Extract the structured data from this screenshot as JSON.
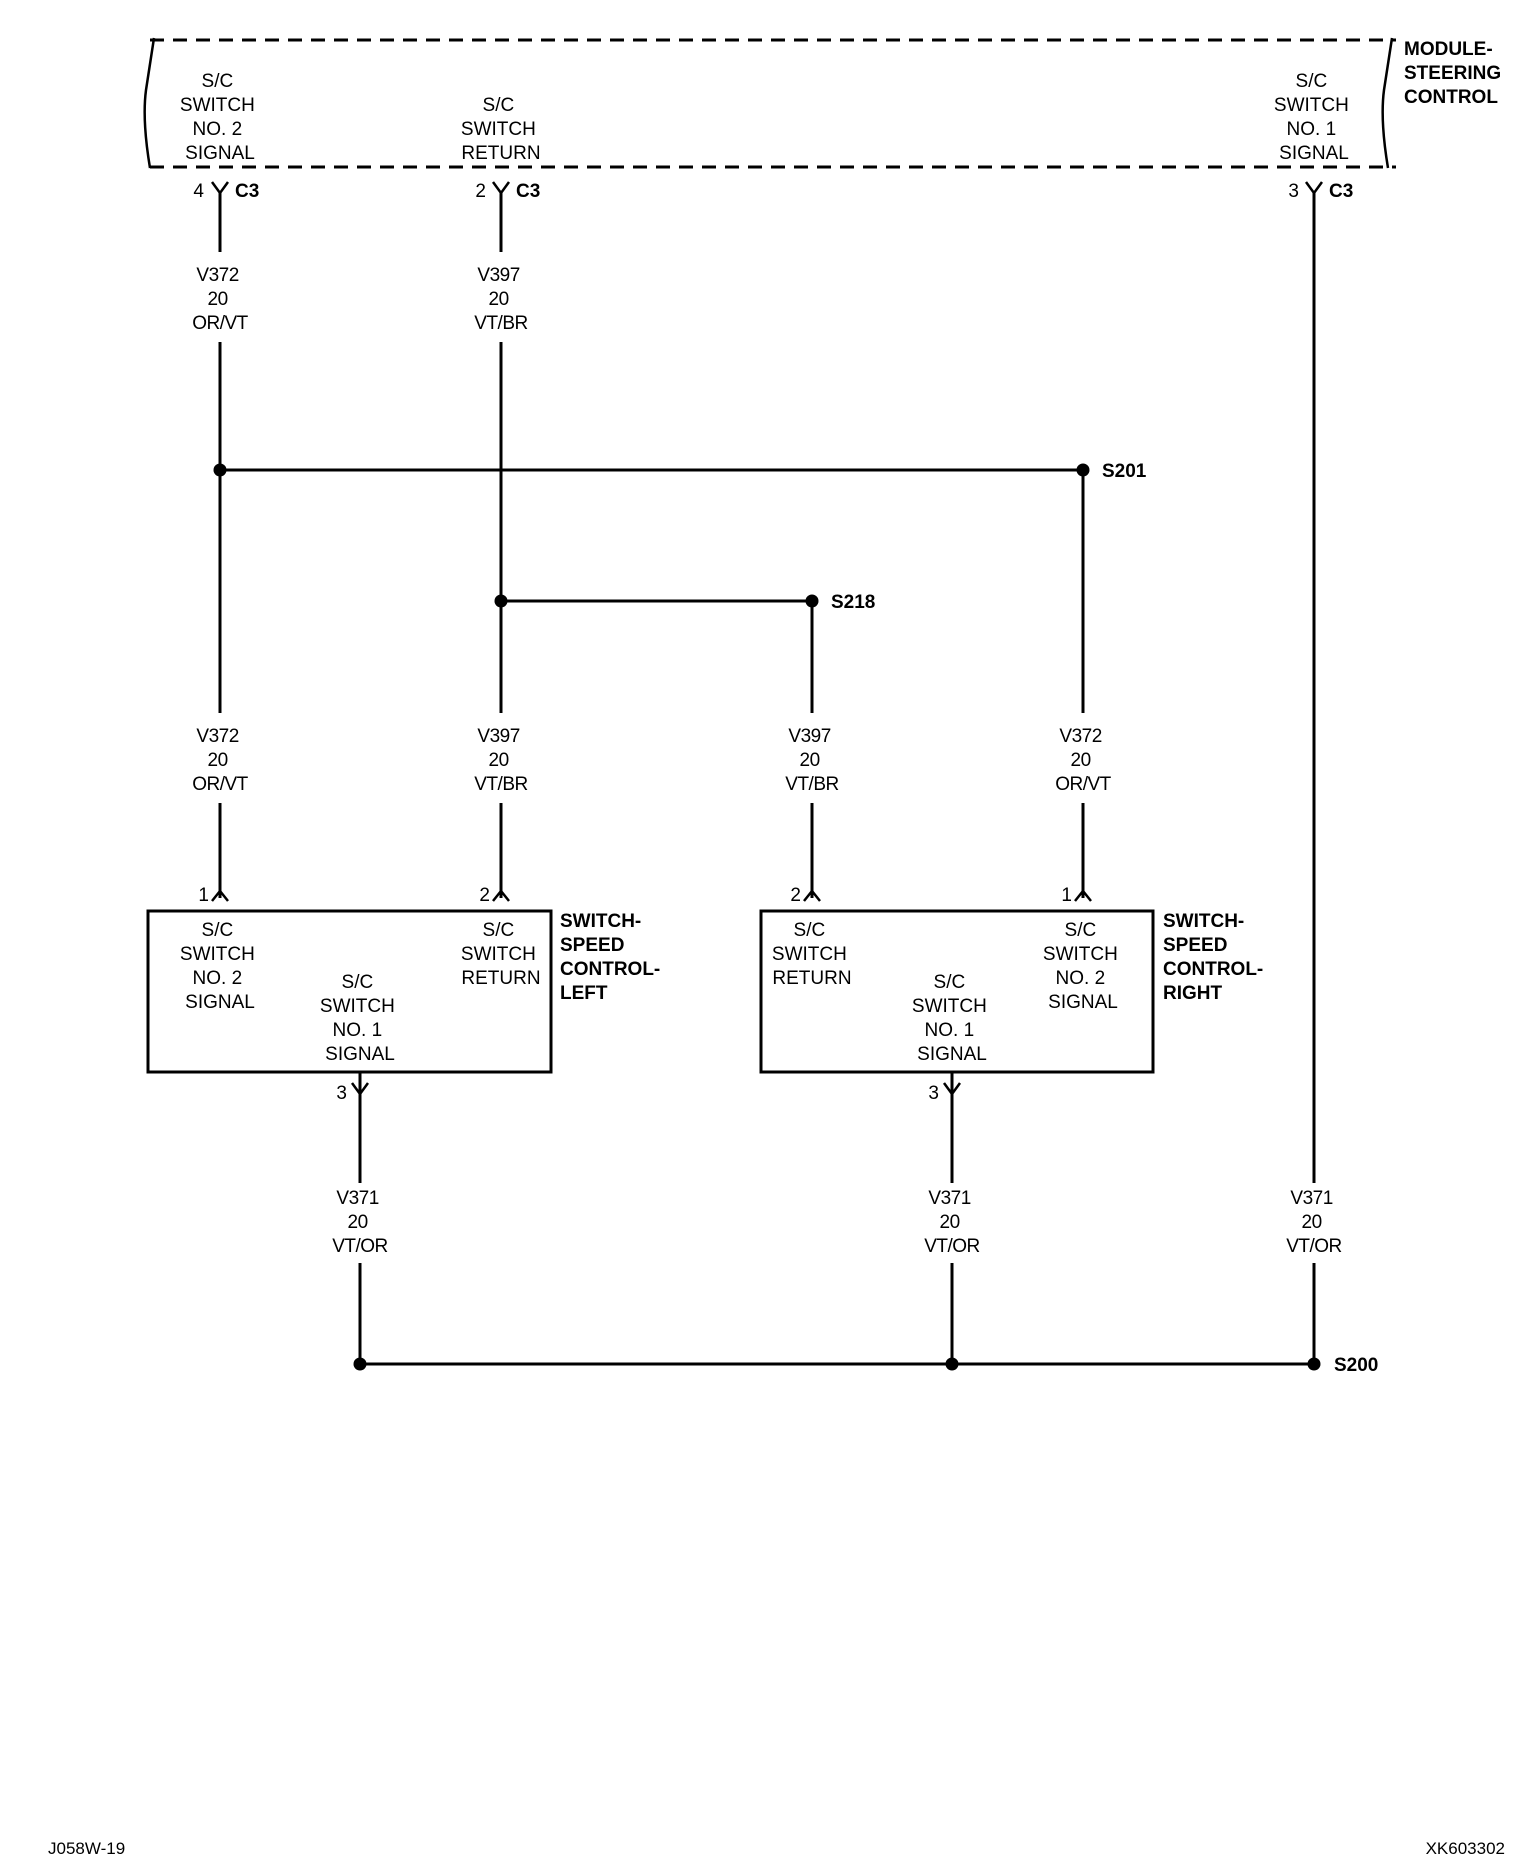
{
  "module": {
    "name": [
      "MODULE-",
      "STEERING",
      "CONTROL"
    ],
    "pin_sw2": [
      "S/C",
      "SWITCH",
      "NO. 2",
      "SIGNAL"
    ],
    "pin_return": [
      "S/C",
      "SWITCH",
      "RETURN"
    ],
    "pin_sw1": [
      "S/C",
      "SWITCH",
      "NO. 1",
      "SIGNAL"
    ]
  },
  "connectors": {
    "c3_sw2": {
      "pin": "4",
      "name": "C3"
    },
    "c3_return": {
      "pin": "2",
      "name": "C3"
    },
    "c3_sw1": {
      "pin": "3",
      "name": "C3"
    },
    "left_1": {
      "pin": "1"
    },
    "left_2": {
      "pin": "2"
    },
    "left_3": {
      "pin": "3"
    },
    "right_2": {
      "pin": "2"
    },
    "right_1": {
      "pin": "1"
    },
    "right_3": {
      "pin": "3"
    }
  },
  "wires": {
    "v372_top": [
      "V372",
      "20",
      "OR/VT"
    ],
    "v397_top": [
      "V397",
      "20",
      "VT/BR"
    ],
    "v372_left": [
      "V372",
      "20",
      "OR/VT"
    ],
    "v397_left": [
      "V397",
      "20",
      "VT/BR"
    ],
    "v397_right": [
      "V397",
      "20",
      "VT/BR"
    ],
    "v372_right": [
      "V372",
      "20",
      "OR/VT"
    ],
    "v371_left": [
      "V371",
      "20",
      "VT/OR"
    ],
    "v371_mid": [
      "V371",
      "20",
      "VT/OR"
    ],
    "v371_right": [
      "V371",
      "20",
      "VT/OR"
    ]
  },
  "splices": {
    "s201": "S201",
    "s218": "S218",
    "s200": "S200"
  },
  "switch_left": {
    "name": [
      "SWITCH-",
      "SPEED",
      "CONTROL-",
      "LEFT"
    ],
    "sw2": [
      "S/C",
      "SWITCH",
      "NO. 2",
      "SIGNAL"
    ],
    "sw1": [
      "S/C",
      "SWITCH",
      "NO. 1",
      "SIGNAL"
    ],
    "ret": [
      "S/C",
      "SWITCH",
      "RETURN"
    ]
  },
  "switch_right": {
    "name": [
      "SWITCH-",
      "SPEED",
      "CONTROL-",
      "RIGHT"
    ],
    "ret": [
      "S/C",
      "SWITCH",
      "RETURN"
    ],
    "sw1": [
      "S/C",
      "SWITCH",
      "NO. 1",
      "SIGNAL"
    ],
    "sw2": [
      "S/C",
      "SWITCH",
      "NO. 2",
      "SIGNAL"
    ]
  },
  "footer": {
    "left_code": "J058W-19",
    "right_code": "XK603302"
  }
}
